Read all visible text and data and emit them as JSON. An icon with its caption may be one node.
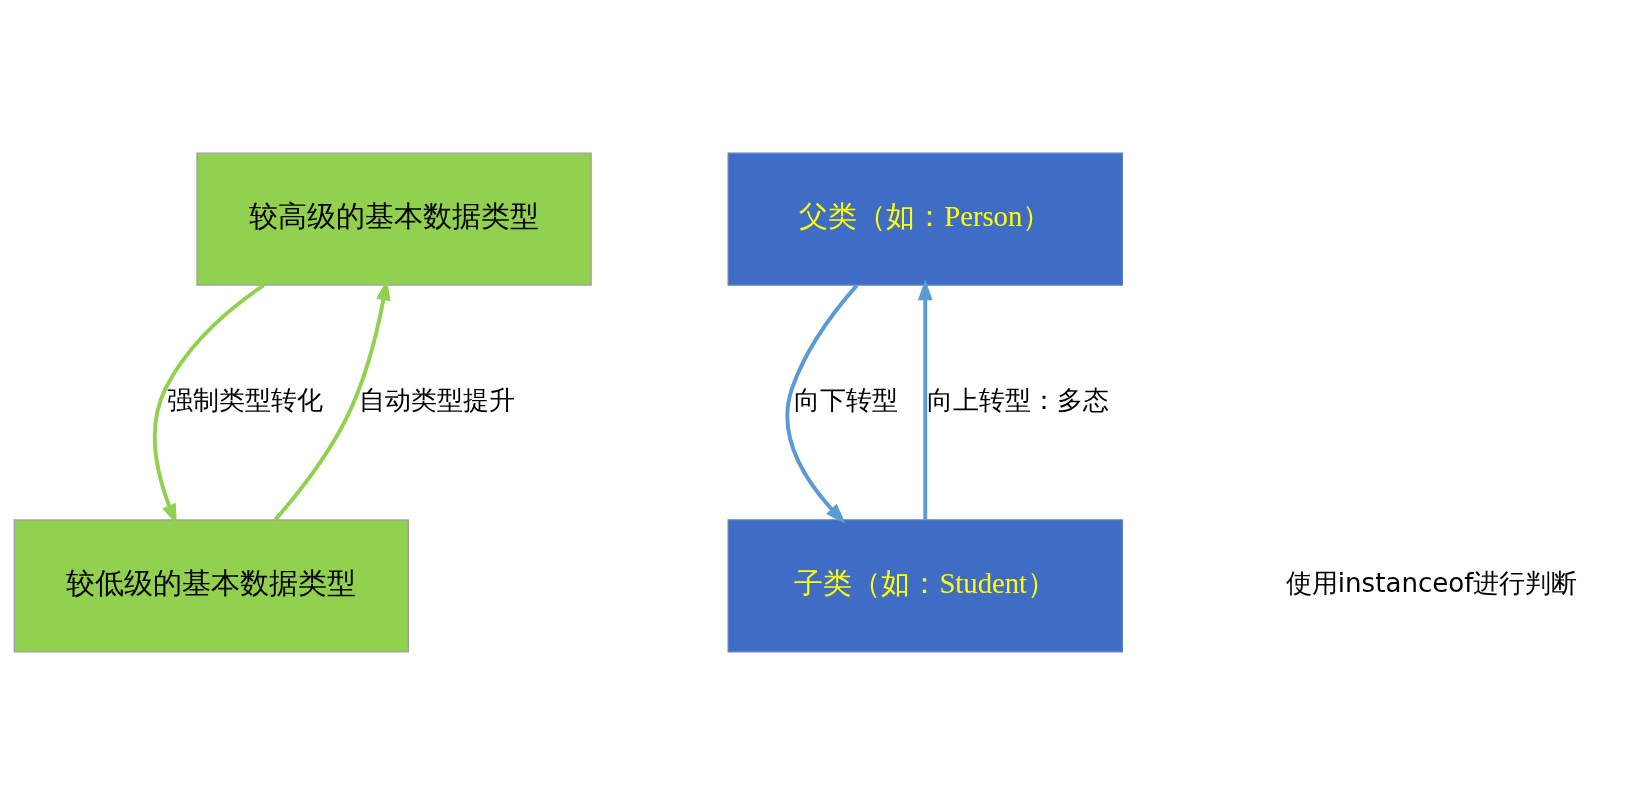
{
  "diagram": {
    "nodes": [
      {
        "text": [
          "较高级的基本数据类型"
        ]
      },
      {
        "text": [
          "较低级的基本数据类型"
        ]
      },
      {
        "text": [
          "父类（如：Person）"
        ]
      },
      {
        "text": [
          "子类（如：Student）"
        ]
      }
    ],
    "edges": [
      {
        "from": 0,
        "to": 1,
        "arrow": "to",
        "label": "强制类型转化",
        "color": "#92d050"
      },
      {
        "from": 1,
        "to": 0,
        "arrow": "to",
        "label": "自动类型提升",
        "color": "#92d050"
      },
      {
        "from": 2,
        "to": 3,
        "arrow": "to",
        "label": "向下转型",
        "color": "#5b9bd5"
      },
      {
        "from": 3,
        "to": 2,
        "arrow": "to",
        "label": "向上转型：多态",
        "color": "#5b9bd5"
      }
    ],
    "labels": [
      "使用instanceof进行判断"
    ]
  }
}
